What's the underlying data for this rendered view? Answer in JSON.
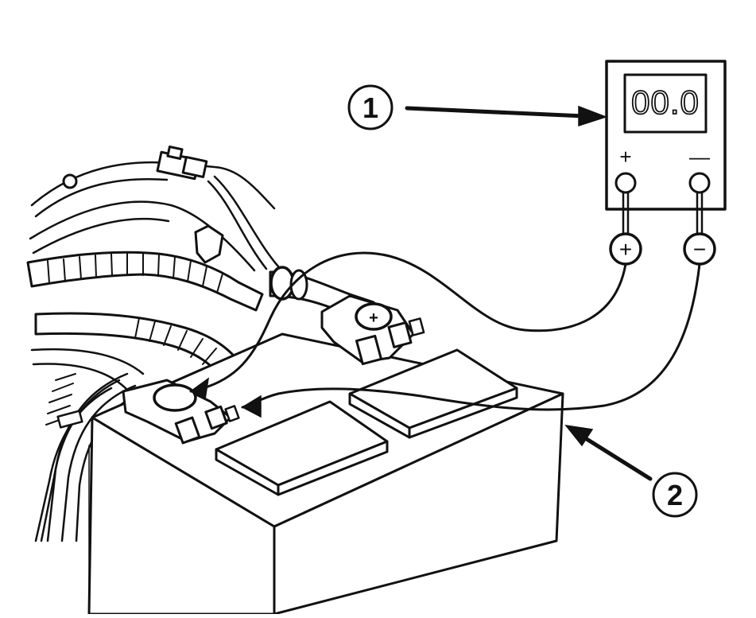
{
  "callouts": {
    "one": "1",
    "two": "2"
  },
  "meter": {
    "display": "00.0",
    "plus_label": "+",
    "minus_label": "—"
  },
  "probes": {
    "positive": "+",
    "negative": "−"
  },
  "battery": {
    "positive_terminal_mark": "+"
  }
}
